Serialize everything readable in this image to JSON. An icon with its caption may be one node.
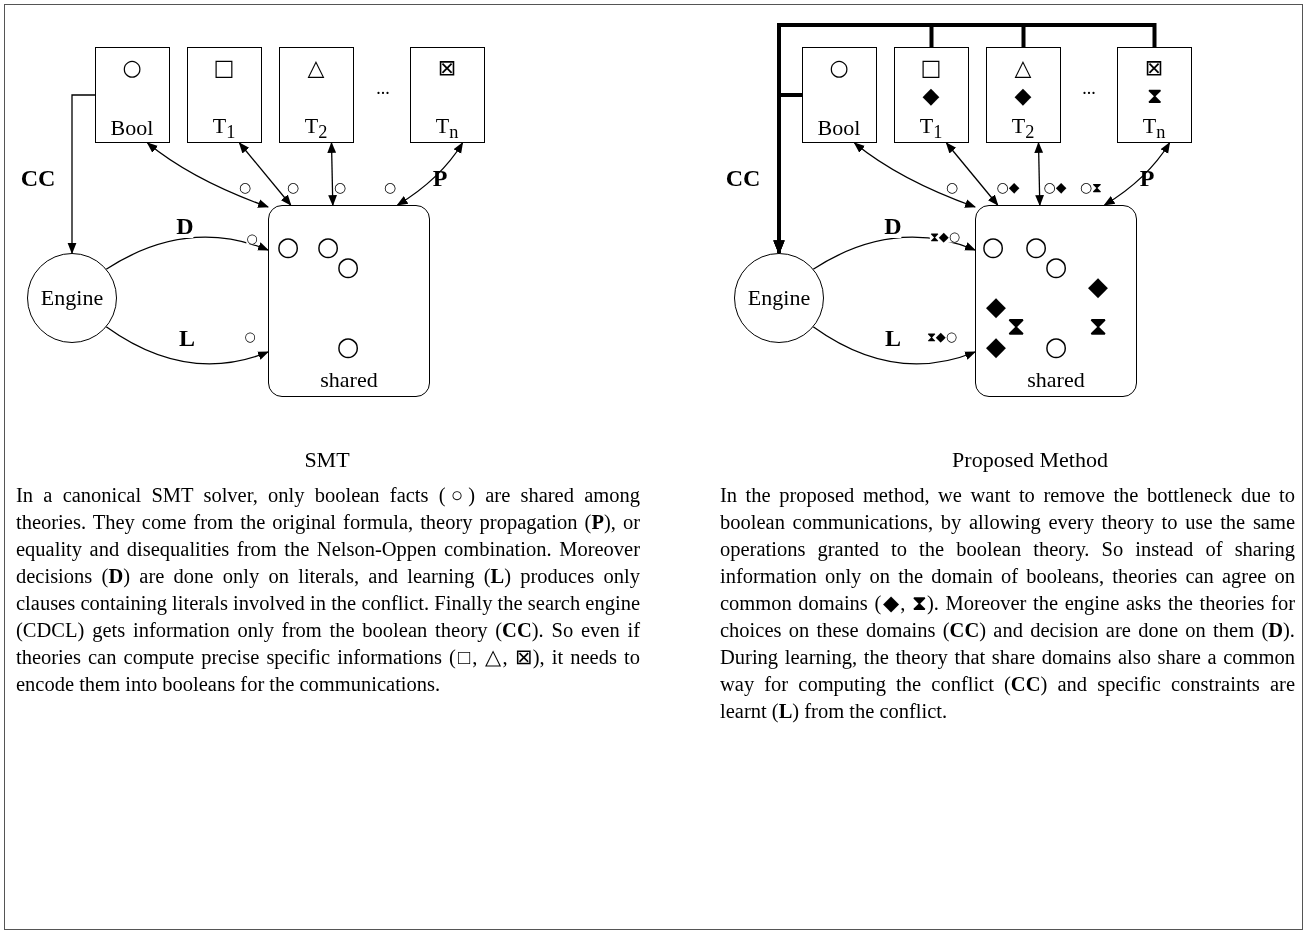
{
  "diagram": {
    "nodes": [
      {
        "text": [
          "SMT",
          "In a canonical SMT solver, only boolean facts (○) are shared among theories. They come from the original formula, theory propagation (**P**), or equality and disequalities from the Nelson-Oppen combination. Moreover decisions (**D**) are done only on literals, and learning (**L**) produces only clauses containing literals involved in the conflict. Finally the search engine (CDCL) gets information only from the boolean theory (**CC**). So even if theories can compute precise specific informations (□, △, ⊠), it needs to encode them into booleans for the communications."
        ]
      },
      {
        "text": [
          "○",
          "Bool"
        ],
        "in": 0
      },
      {
        "text": [
          "□",
          "T$_{1}$"
        ],
        "in": 0
      },
      {
        "text": [
          "△",
          "T$_{2}$"
        ],
        "in": 0
      },
      {
        "text": [
          "⊠",
          "T$_{n}$"
        ],
        "in": 0
      },
      {
        "text": [
          "Engine"
        ],
        "in": 0
      },
      {
        "text": [
          "○",
          "○",
          "○",
          "○",
          "shared"
        ],
        "in": 0
      },
      {
        "text": [
          "Proposed Method",
          "In the proposed method, we want to remove the bottleneck due to boolean communications, by allowing every theory to use the same operations granted to the boolean theory. So instead of sharing information only on the domain of booleans, theories can agree on common domains (◆, ⧗). Moreover the engine asks the theories for choices on these domains (**CC**) and decision are done on them (**D**). During learning, the theory that share domains also share a common way for computing the conflict (**CC**) and specific constraints are learnt (**L**) from the conflict."
        ]
      },
      {
        "text": [
          "○",
          "Bool"
        ],
        "in": 7
      },
      {
        "text": [
          "□",
          "◆",
          "T$_{1}$"
        ],
        "in": 7
      },
      {
        "text": [
          "△",
          "◆",
          "T$_{2}$"
        ],
        "in": 7
      },
      {
        "text": [
          "⊠",
          "⧗",
          "T$_{n}$"
        ],
        "in": 7
      },
      {
        "text": [
          "Engine"
        ],
        "in": 7
      },
      {
        "text": [
          "○",
          "○",
          "○",
          "◆",
          "◆",
          "⧗",
          "⧗",
          "◆",
          "○",
          "shared"
        ],
        "in": 7
      }
    ],
    "edges": [
      {
        "from": 1,
        "to": 5,
        "arrow": "to",
        "label": "CC"
      },
      {
        "from": 1,
        "to": 6,
        "arrow": "both",
        "label": "○"
      },
      {
        "from": 2,
        "to": 6,
        "arrow": "both",
        "label": "○"
      },
      {
        "from": 3,
        "to": 6,
        "arrow": "both",
        "label": "○"
      },
      {
        "from": 4,
        "to": 6,
        "arrow": "both",
        "label": "○"
      },
      {
        "from": 5,
        "to": 6,
        "arrow": "to",
        "label": "D"
      },
      {
        "from": 5,
        "to": 6,
        "arrow": "to",
        "label": "L"
      },
      {
        "from": 8,
        "to": 12,
        "arrow": "to",
        "label": "CC",
        "style": "thick"
      },
      {
        "from": 9,
        "to": 12,
        "arrow": "to",
        "style": "thick"
      },
      {
        "from": 10,
        "to": 12,
        "arrow": "to",
        "style": "thick"
      },
      {
        "from": 11,
        "to": 12,
        "arrow": "to",
        "style": "thick"
      },
      {
        "from": 8,
        "to": 13,
        "arrow": "both",
        "label": "○"
      },
      {
        "from": 9,
        "to": 13,
        "arrow": "both",
        "label": "○◆"
      },
      {
        "from": 10,
        "to": 13,
        "arrow": "both",
        "label": "○◆"
      },
      {
        "from": 11,
        "to": 13,
        "arrow": "both",
        "label": "○⧗"
      },
      {
        "from": 12,
        "to": 13,
        "arrow": "to",
        "label": "D"
      },
      {
        "from": 12,
        "to": 13,
        "arrow": "to",
        "label": "L"
      }
    ],
    "labels": [
      "...",
      "P",
      "○",
      "○",
      "...",
      "P",
      "⧗◆○",
      "⧗◆○"
    ]
  }
}
